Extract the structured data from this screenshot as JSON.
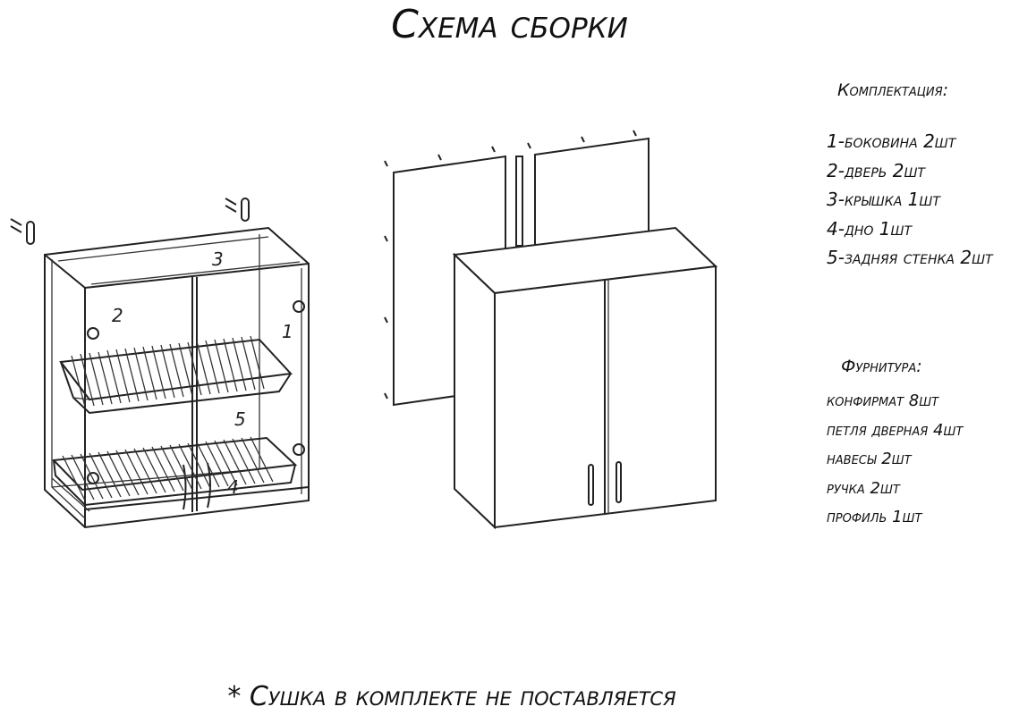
{
  "title": "Схема сборки",
  "kit": {
    "heading": "Комплектация:",
    "items": [
      "1-боковина 2шт",
      "2-дверь 2шт",
      "3-крышка 1шт",
      "4-дно 1шт",
      "5-задняя стенка 2шт"
    ]
  },
  "hardware": {
    "heading": "Фурнитура:",
    "items": [
      "конфирмат 8шт",
      "петля дверная 4шт",
      "навесы 2шт",
      "ручка 2шт",
      "профиль 1шт"
    ]
  },
  "part_labels": [
    "1",
    "2",
    "3",
    "4",
    "5"
  ],
  "note": "* Сушка в комплекте не поставляется"
}
